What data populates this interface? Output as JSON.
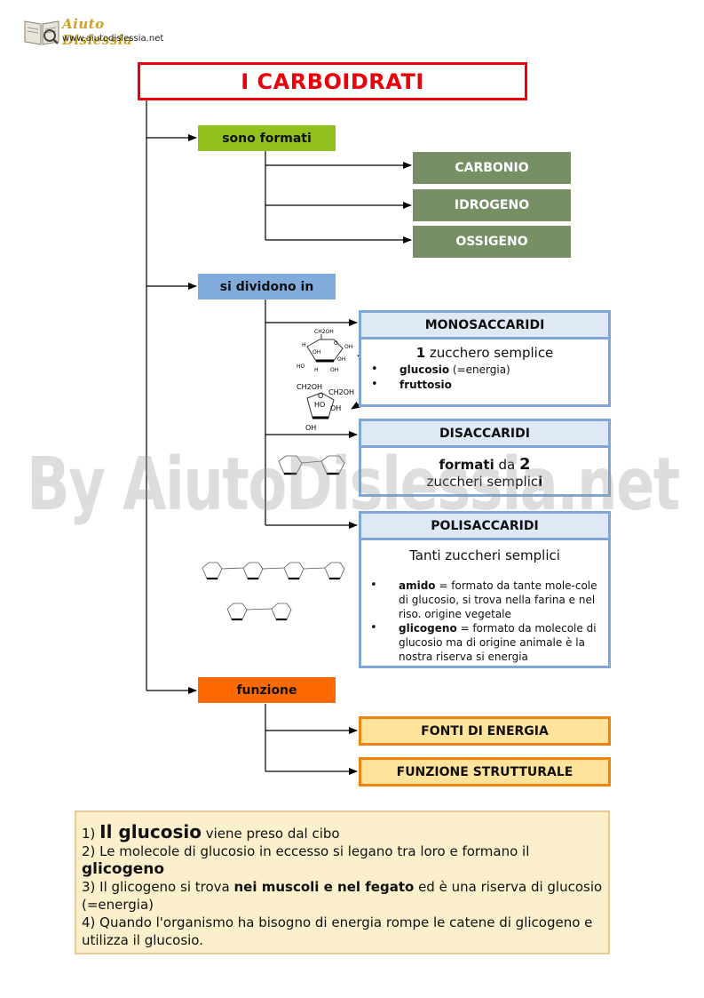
{
  "header": {
    "logo_title": "Aiuto Dislessia",
    "logo_url": "www.aiutodislessia.net"
  },
  "title": "I CARBOIDRATI",
  "nodes": {
    "sono_formati": "sono formati",
    "si_dividono_in": "si dividono in",
    "funzione": "funzione"
  },
  "elements": [
    "CARBONIO",
    "IDROGENO",
    "OSSIGENO"
  ],
  "monosaccaridi": {
    "title": "MONOSACCARIDI",
    "count": "1",
    "desc": " zucchero semplice",
    "items": [
      {
        "bold": "glucosio",
        "rest": " (=energia)"
      },
      {
        "bold": "fruttosio",
        "rest": ""
      }
    ]
  },
  "disaccaridi": {
    "title": "DISACCARIDI",
    "line1_bold": "formati",
    "line1_mid": " da ",
    "line1_num": "2",
    "line2_a": "zuccheri  semplic",
    "line2_b": "i"
  },
  "polisaccaridi": {
    "title": "POLISACCARIDI",
    "subtitle": "Tanti zuccheri semplici",
    "items": [
      {
        "bold": "amido",
        "rest": " = formato da tante mole-cole di glucosio, si trova nella farina e nel riso. origine vegetale"
      },
      {
        "bold": "glicogeno",
        "rest": " = formato da molecole di glucosio ma di origine animale è la nostra riserva si energia"
      }
    ]
  },
  "funzioni": [
    "FONTI DI ENERGIA",
    "FUNZIONE STRUTTURALE"
  ],
  "molecule_labels": {
    "ch2oh": "CH2OH",
    "oh": "OH",
    "h": "H",
    "ho": "HO",
    "o": "O"
  },
  "notes": {
    "n1_num": "1) ",
    "n1_bold": "Il glucosio",
    "n1_rest": " viene preso dal cibo",
    "n2": "2) Le molecole di glucosio in eccesso  si legano tra loro e  formano il ",
    "n2_bold": "glicogeno",
    "n3_a": "3) Il glicogeno si trova ",
    "n3_bold": "nei muscoli e nel fegato",
    "n3_b": " ed è una riserva di glucosio (=energia)",
    "n4": "4) Quando l'organismo ha bisogno di energia rompe le catene di glicogeno e utilizza il glucosio."
  },
  "watermark": "By AiutoDislessia.net",
  "colors": {
    "title_red": "#e8000b",
    "green_node": "#92c01e",
    "element_box": "#778f64",
    "blue_node": "#81abda",
    "orange_node": "#ff6a00",
    "panel_border": "#7fa6d4",
    "orange_box_fill": "#ffe39a",
    "orange_box_border": "#f2820e",
    "note_fill": "#fbefcc"
  }
}
